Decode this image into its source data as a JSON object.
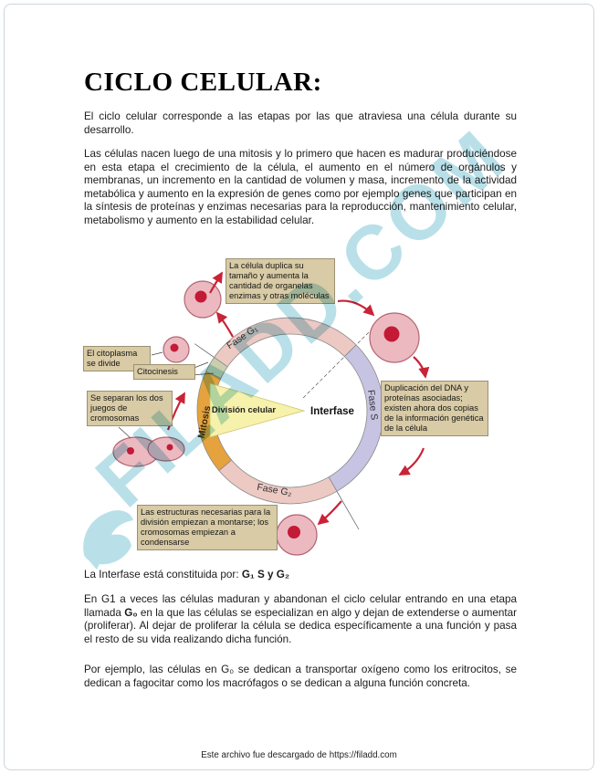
{
  "page": {
    "title": "CICLO CELULAR:",
    "watermark_text": "FILADD.COM",
    "footer_text": "Este archivo fue descargado de https://filadd.com"
  },
  "body": {
    "p1": "El ciclo celular corresponde a las etapas por las que atraviesa una célula durante su desarrollo.",
    "p2": "Las células nacen luego de una mitosis y lo primero que hacen es madurar produciéndose en esta etapa el crecimiento de la célula, el aumento en el número de orgánulos y membranas, un incremento en la cantidad de volumen y masa, incremento de la actividad metabólica y aumento en la expresión de genes como por ejemplo genes que participan en la síntesis de proteínas y enzimas necesarias para la reproducción, mantenimiento celular, metabolismo y aumento en la estabilidad celular.",
    "interfase_pre": "La Interfase está constituida por: ",
    "interfase_bold": "G₁ S y G₂",
    "p3_pre": "En G1 a veces las células maduran y abandonan el ciclo celular entrando en una etapa llamada ",
    "p3_bold": "G₀",
    "p3_post": " en la que las células se especializan en algo y dejan de extenderse o aumentar (proliferar). Al dejar de proliferar la célula se dedica específicamente a una función y pasa el resto de su vida realizando dicha función.",
    "p4": "Por ejemplo, las células en G₀ se dedican a transportar oxígeno como los eritrocitos, se dedican a fagocitar como los macrófagos o se dedican a alguna función concreta."
  },
  "diagram": {
    "phases": {
      "fase_g1": "Fase G₁",
      "fase_s": "Fase S",
      "fase_g2": "Fase G₂",
      "mitosis": "Mitosis",
      "division_celular": "División celular",
      "interfase": "Interfase"
    },
    "callouts": {
      "cell_growth": "La célula duplica su tamaño y aumenta la cantidad de organelas enzimas y otras moléculas",
      "cytoplasm_divides": "El citoplasma se divide",
      "citocinesis": "Citocinesis",
      "chromosome_sets": "Se separan los dos juegos de cromosomas",
      "dna_duplication": "Duplicación del DNA y proteínas asociadas; existen ahora dos copias de la información genética de la célula",
      "division_structures": "Las estructuras necesarias para la división empiezan a montarse; los cromosomas empiezan a condensarse"
    },
    "colors": {
      "phase_pink": "#edc9c3",
      "phase_lavender": "#c7c3e2",
      "mitosis_orange": "#e6a23c",
      "citocinesis_green": "#c9cfad",
      "wedge_yellow": "#f6f1ab",
      "arrow_red": "#c92337",
      "cell_fill": "#ecb9c0",
      "cell_outline": "#b26672",
      "nucleus_red": "#c31a35",
      "callout_bg": "#d8cba5",
      "watermark_blue": "#b9e0e8"
    }
  }
}
